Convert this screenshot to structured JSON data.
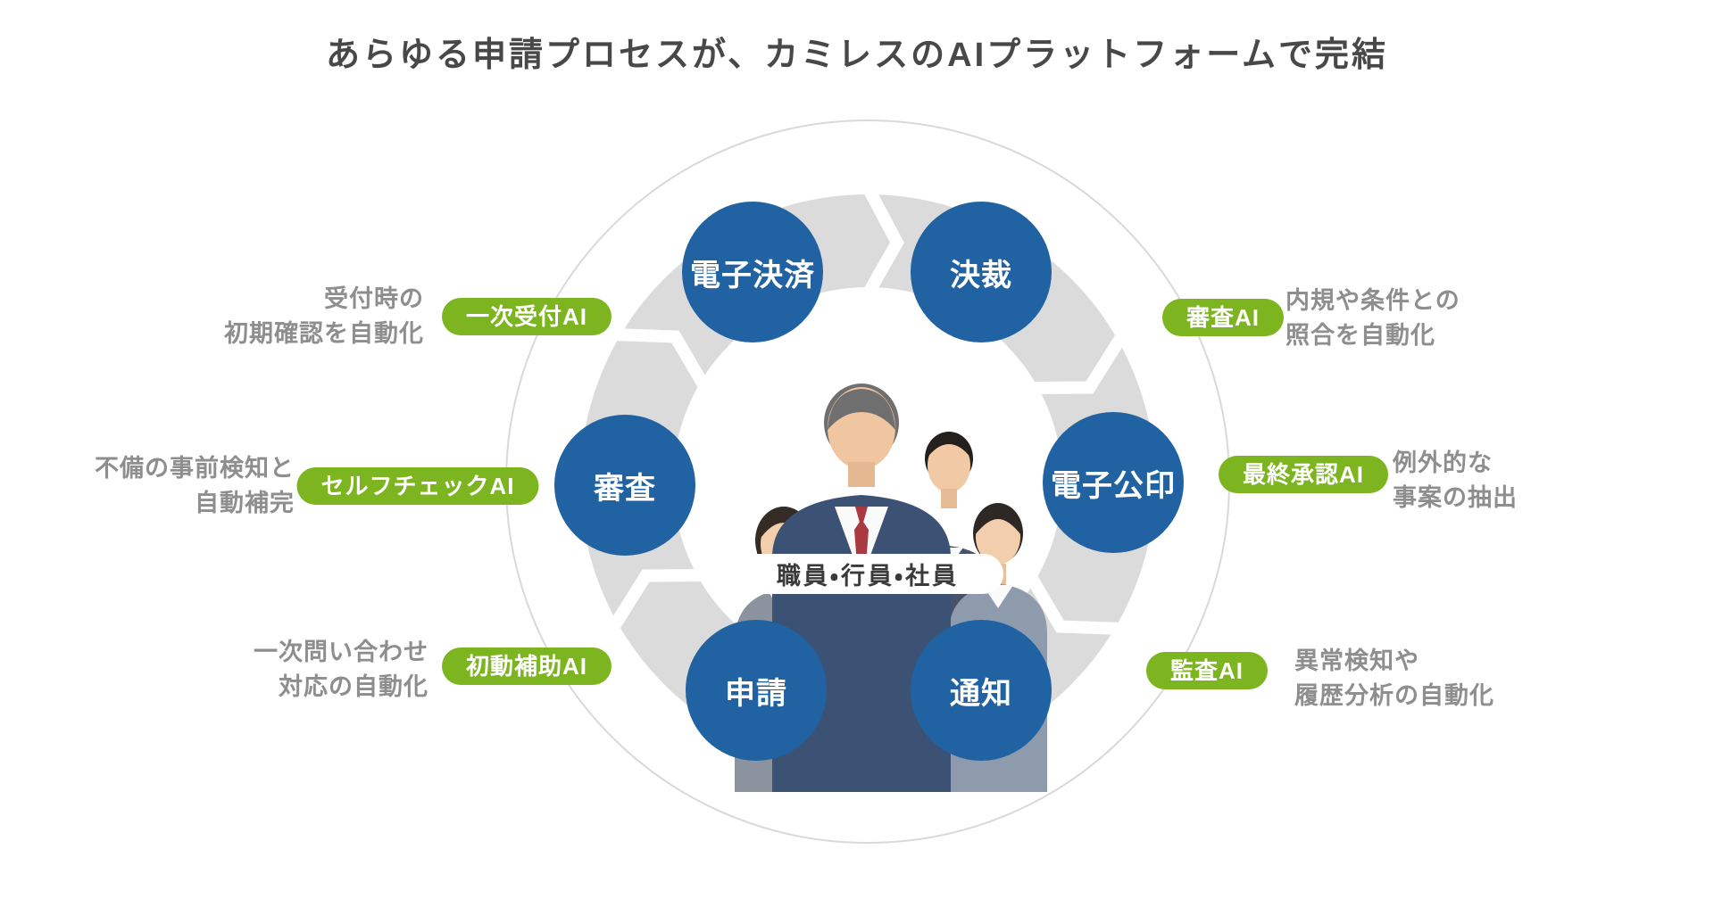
{
  "title": "あらゆる申請プロセスが、カミレスのAIプラットフォームで完結",
  "center_label": "職員・行員・社員",
  "steps": [
    {
      "label": "申請"
    },
    {
      "label": "審査"
    },
    {
      "label": "電子決済"
    },
    {
      "label": "決裁"
    },
    {
      "label": "電子公印"
    },
    {
      "label": "通知"
    }
  ],
  "callouts": [
    {
      "badge": "一次受付AI",
      "line1": "受付時の",
      "line2": "初期確認を自動化"
    },
    {
      "badge": "セルフチェックAI",
      "line1": "不備の事前検知と",
      "line2": "自動補完"
    },
    {
      "badge": "初動補助AI",
      "line1": "一次問い合わせ",
      "line2": "対応の自動化"
    },
    {
      "badge": "審査AI",
      "line1": "内規や条件との",
      "line2": "照合を自動化"
    },
    {
      "badge": "最終承認AI",
      "line1": "例外的な",
      "line2": "事案の抽出"
    },
    {
      "badge": "監査AI",
      "line1": "異常検知や",
      "line2": "履歴分析の自動化"
    }
  ],
  "colors": {
    "step_blue": "#2162A2",
    "badge_green": "#7CB51F",
    "ring_gray": "#DBDBDB",
    "outer_circle_gray": "#D9D9D9",
    "text_gray": "#8E8E8E",
    "title_color": "#484848"
  }
}
